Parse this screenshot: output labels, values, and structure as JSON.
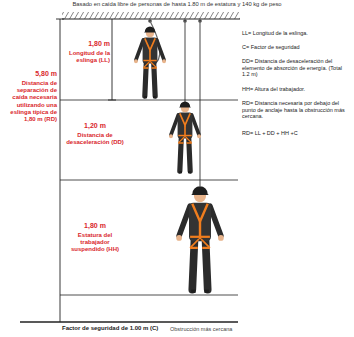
{
  "diagram": {
    "title": "Basado en caída libre de personas de hasta 1.80 m de estatura y 140 kg de peso",
    "labels": [
      "1,80 m",
      "Longitud de la eslinga (LL)",
      "5,80 m",
      "Distancia de separación de caída necesaria utilizando una eslinga típica de 1,80 m (RD)",
      "1,20 m",
      "Distancia de desaceleración (DD)",
      "1,80 m",
      "Estatura del trabajador suspendido (HH)",
      "Factor de seguridad de 1.00 m (C)",
      "Obstrucción más cercana",
      "LL= Longitud de la eslinga.",
      "C= Factor de seguridad",
      "DD= Distancia de desaceleración del elemento de absorción de energía. (Total 1.2 m)",
      "HH= Altura del trabajador.",
      "RD= Distancia necesaria por debajo del punto de anclaje hasta la obstrucción más cercana.",
      "RD= LL + DD + HH +C"
    ]
  }
}
